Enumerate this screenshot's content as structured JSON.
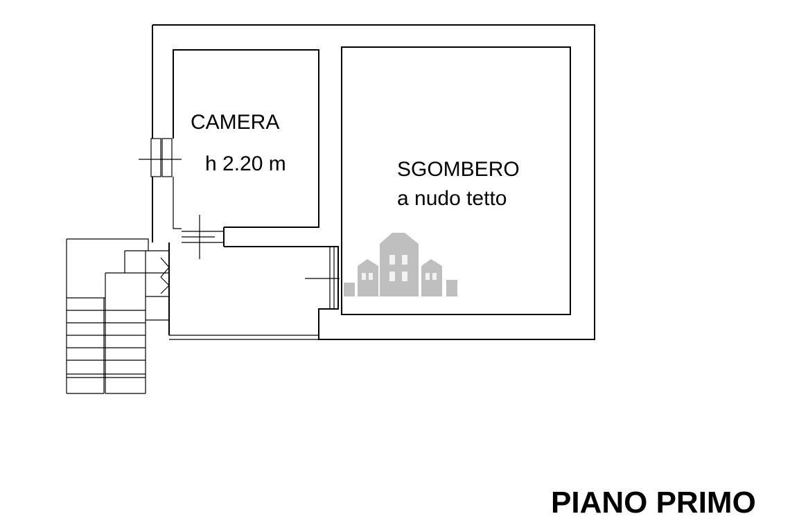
{
  "rooms": {
    "camera": {
      "name": "CAMERA",
      "height": "h 2.20 m"
    },
    "sgombero": {
      "name": "SGOMBERO",
      "note": "a nudo tetto"
    }
  },
  "floor_title": "PIANO PRIMO",
  "colors": {
    "line": "#000000",
    "background": "#ffffff",
    "watermark": "#8a8a8a"
  },
  "watermark_icon": "building-silhouette-icon"
}
